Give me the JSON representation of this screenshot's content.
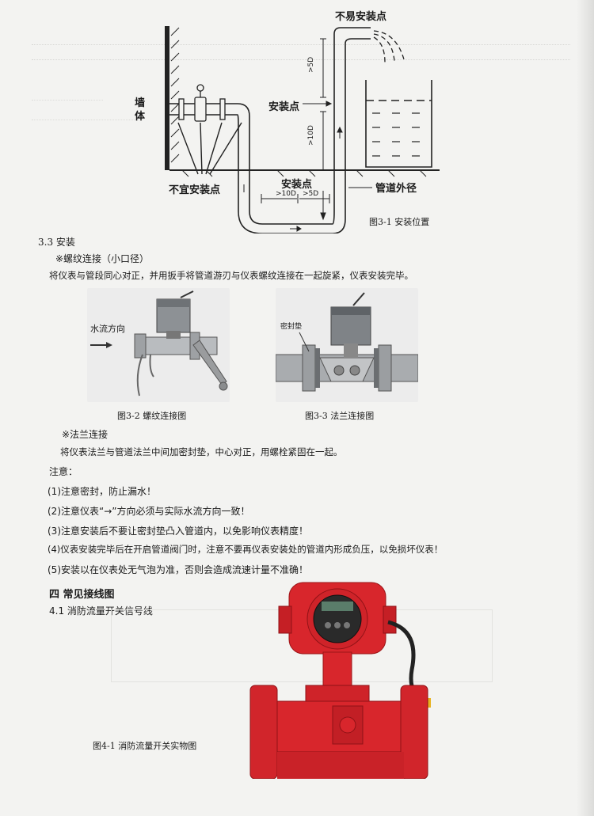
{
  "fig31": {
    "wall_label": "墙\n体",
    "wall_1": "墙",
    "wall_2": "体",
    "label_top": "不易安装点",
    "label_install_left": "安装点",
    "label_install_bottom": "安装点",
    "label_unsuitable": "不宜安装点",
    "label_outer_dia": "管道外径",
    "dim_50d": ">5D",
    "dim_100d_v": ">10D",
    "dim_10d": ">10D",
    "dim_5d": ">5D",
    "caption": "图3-1  安装位置"
  },
  "section_33": "3.3 安装",
  "thread_title": "※螺纹连接（小口径）",
  "thread_text": "将仪表与管段同心对正，并用扳手将管道游刃与仪表螺纹连接在一起旋紧，仪表安装完毕。",
  "fig32": {
    "flow_label": "水流方向",
    "caption": "图3-2  螺纹连接图"
  },
  "fig33": {
    "seal_label": "密封垫",
    "caption": "图3-3  法兰连接图"
  },
  "flange_title": "※法兰连接",
  "flange_text": "将仪表法兰与管道法兰中间加密封垫，中心对正，用螺栓紧固在一起。",
  "notes_title": "注意：",
  "notes": [
    "(1)注意密封，防止漏水！",
    "(2)注意仪表“→”方向必须与实际水流方向一致！",
    "(3)注意安装后不要让密封垫凸入管道内，以免影响仪表精度！",
    "(4)仪表安装完毕后在开启管道阀门时，注意不要再仪表安装处的管道内形成负压，以免损坏仪表！",
    "(5)安装以在仪表处无气泡为准，否则会造成流速计量不准确！"
  ],
  "chapter4": "四 常见接线图",
  "section_41": "4.1 消防流量开关信号线",
  "fig41": {
    "caption": "图4-1  消防流量开关实物图"
  },
  "colors": {
    "ink": "#1a1a1a",
    "paper": "#f3f3f1",
    "meter_red": "#d8262c",
    "photo_bg": "#ececec"
  }
}
